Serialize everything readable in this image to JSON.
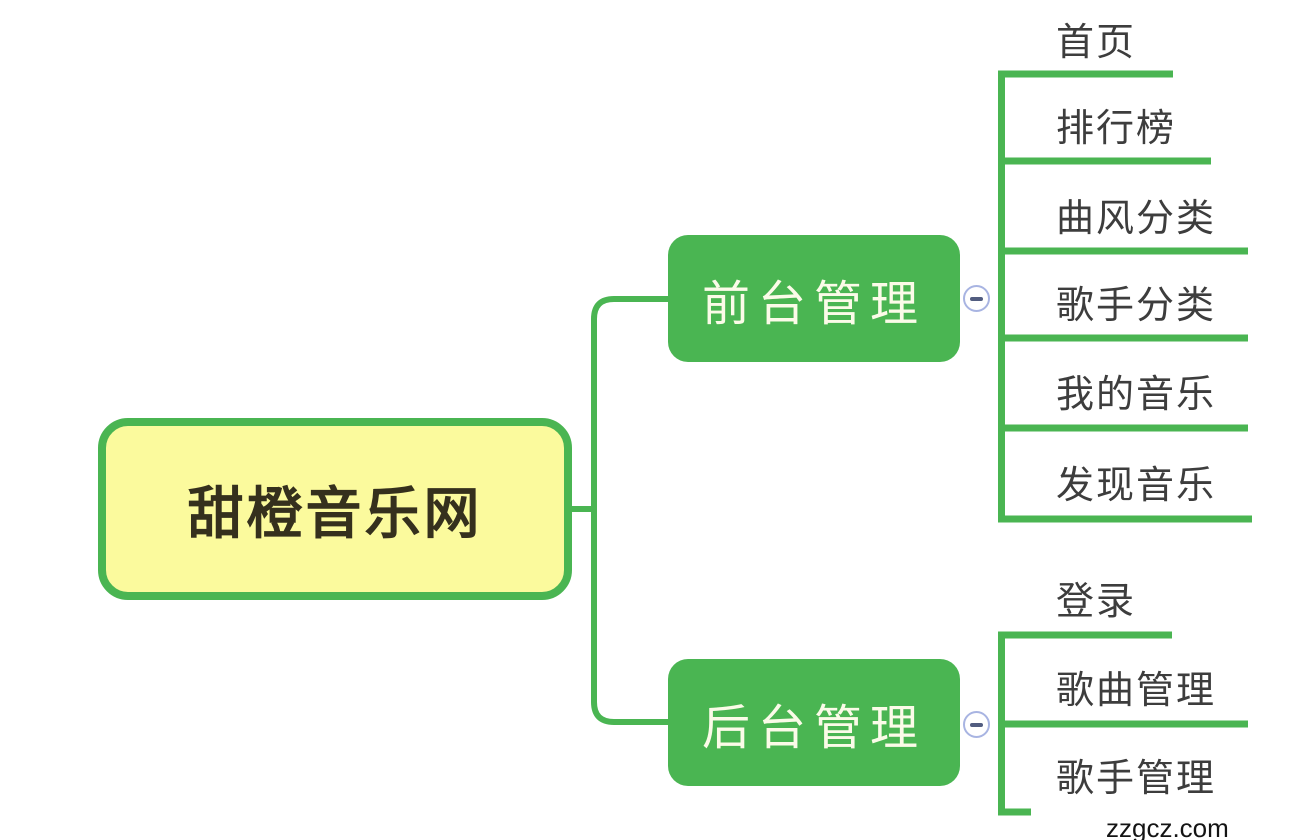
{
  "mindmap": {
    "root": "甜橙音乐网",
    "branches": [
      {
        "label": "前台管理",
        "collapse_icon": "minus",
        "children": [
          "首页",
          "排行榜",
          "曲风分类",
          "歌手分类",
          "我的音乐",
          "发现音乐"
        ]
      },
      {
        "label": "后台管理",
        "collapse_icon": "minus",
        "children": [
          "登录",
          "歌曲管理",
          "歌手管理"
        ]
      }
    ]
  },
  "watermark": "zzgcz.com",
  "colors": {
    "branch_green": "#4ab552",
    "root_fill": "#fbfa9d",
    "root_border": "#4ab552",
    "root_text": "#35301d",
    "branch_text": "#fbfbe8",
    "child_text": "#3d3d3d",
    "collapse_border": "#a8b4e2",
    "collapse_glyph": "#525d80"
  }
}
